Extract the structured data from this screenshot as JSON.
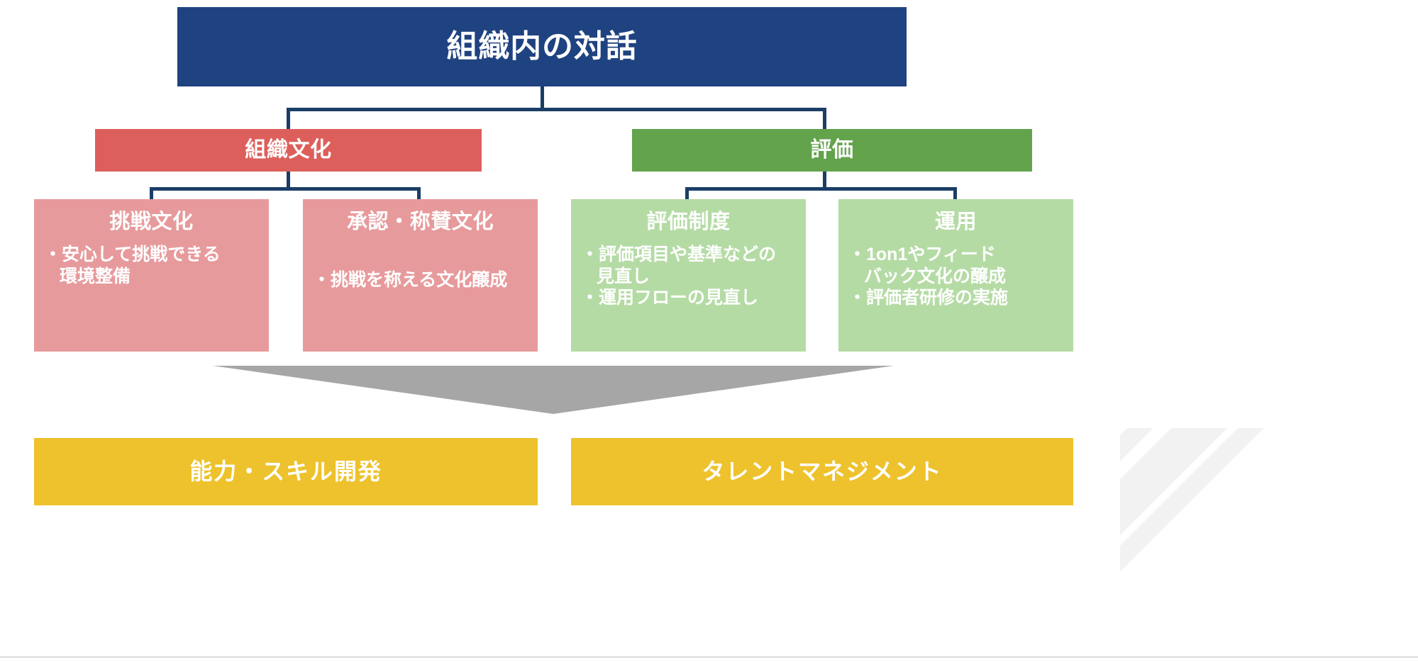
{
  "diagram": {
    "type": "hierarchy-tree",
    "root": {
      "label": "組織内の対話",
      "color": "#1f4281"
    },
    "branches": [
      {
        "label": "組織文化",
        "color": "#dd5f5c",
        "children": [
          {
            "title": "挑戦文化",
            "color": "#e79a9c",
            "bullets": [
              {
                "line1": "・安心して挑戦できる",
                "line2": "環境整備"
              }
            ]
          },
          {
            "title": "承認・称賛文化",
            "color": "#e79a9c",
            "bullets": [
              {
                "line1": "・挑戦を称える文化醸成",
                "line2": ""
              }
            ]
          }
        ]
      },
      {
        "label": "評価",
        "color": "#62a34b",
        "children": [
          {
            "title": "評価制度",
            "color": "#b5dba5",
            "bullets": [
              {
                "line1": "・評価項目や基準などの",
                "line2": "見直し"
              },
              {
                "line1": "・運用フローの見直し",
                "line2": ""
              }
            ]
          },
          {
            "title": "運用",
            "color": "#b5dba5",
            "bullets": [
              {
                "line1": "・1on1やフィード",
                "line2": "バック文化の醸成"
              },
              {
                "line1": "・評価者研修の実施",
                "line2": ""
              }
            ]
          }
        ]
      }
    ],
    "arrow": {
      "shape": "downward-triangle",
      "color": "#a6a6a6"
    },
    "outcomes": [
      {
        "label": "能力・スキル開発",
        "color": "#eec22c"
      },
      {
        "label": "タレントマネジメント",
        "color": "#eec22c"
      }
    ],
    "connector_color": "#1b3e66"
  }
}
